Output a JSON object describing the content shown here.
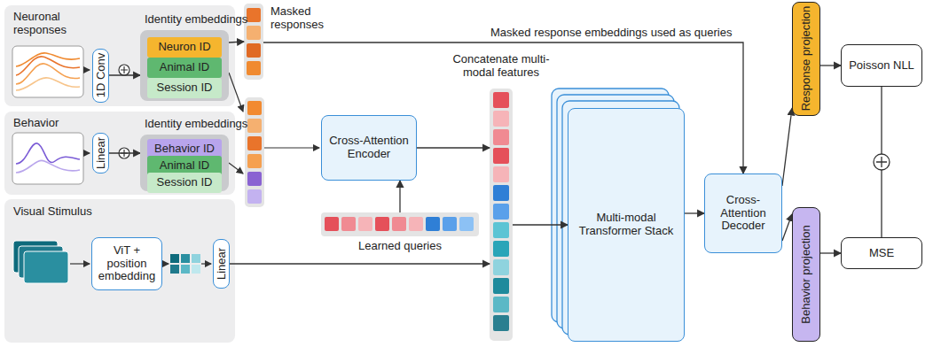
{
  "diagram": {
    "nodes": [
      {
        "text": [
          "Neuronal responses"
        ]
      },
      {
        "text": [
          "1D Conv"
        ],
        "in": 0
      },
      {
        "text": [
          "Identity embeddings"
        ],
        "in": 0
      },
      {
        "text": [
          "Neuron ID"
        ],
        "in": 2
      },
      {
        "text": [
          "Animal ID"
        ],
        "in": 2
      },
      {
        "text": [
          "Session ID"
        ],
        "in": 2
      },
      {
        "text": [
          "Behavior"
        ]
      },
      {
        "text": [
          "Linear"
        ],
        "in": 6
      },
      {
        "text": [
          "Identity embeddings"
        ],
        "in": 6
      },
      {
        "text": [
          "Behavior ID"
        ],
        "in": 8
      },
      {
        "text": [
          "Animal ID"
        ],
        "in": 8
      },
      {
        "text": [
          "Session ID"
        ],
        "in": 8
      },
      {
        "text": [
          "Visual Stimulus"
        ]
      },
      {
        "text": [
          "ViT + position embedding"
        ],
        "in": 12
      },
      {
        "text": [
          "Linear"
        ],
        "in": 12
      },
      {
        "text": [
          "Masked responses"
        ]
      },
      {
        "text": [
          "Cross-Attention Encoder"
        ]
      },
      {
        "text": [
          "Learned queries"
        ]
      },
      {
        "text": [
          "Concatenate multi-modal features"
        ]
      },
      {
        "text": [
          "Multi-modal Transformer Stack"
        ]
      },
      {
        "text": [
          "Cross-Attention Decoder"
        ]
      },
      {
        "text": [
          "Response projection"
        ]
      },
      {
        "text": [
          "Behavior projection"
        ]
      },
      {
        "text": [
          "Poisson NLL"
        ]
      },
      {
        "text": [
          "MSE"
        ]
      }
    ],
    "edges": [
      {
        "from": 1,
        "to": 2,
        "arrow": "to"
      },
      {
        "from": 7,
        "to": 8,
        "arrow": "to"
      },
      {
        "from": 2,
        "to": 15,
        "arrow": "to"
      },
      {
        "from": 14,
        "to": 18,
        "arrow": "to"
      },
      {
        "from": 16,
        "to": 18,
        "arrow": "to"
      },
      {
        "from": 17,
        "to": 16,
        "arrow": "to"
      },
      {
        "from": 18,
        "to": 19,
        "arrow": "to"
      },
      {
        "from": 15,
        "to": 20,
        "label": "Masked response embeddings used as queries",
        "arrow": "to"
      },
      {
        "from": 19,
        "to": 20,
        "arrow": "to"
      },
      {
        "from": 20,
        "to": 21,
        "arrow": "to"
      },
      {
        "from": 20,
        "to": 22,
        "arrow": "to"
      },
      {
        "from": 21,
        "to": 23,
        "arrow": "to"
      },
      {
        "from": 22,
        "to": 24,
        "arrow": "to"
      },
      {
        "from": 23,
        "to": 24,
        "arrow": "none"
      }
    ]
  }
}
